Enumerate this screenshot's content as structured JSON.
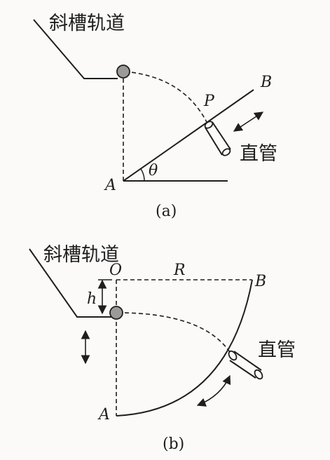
{
  "figure_a": {
    "track_label": "斜槽轨道",
    "label_B": "B",
    "label_P": "P",
    "label_A": "A",
    "angle_label": "θ",
    "tube_label": "直管",
    "caption": "(a)"
  },
  "figure_b": {
    "track_label": "斜槽轨道",
    "label_O": "O",
    "label_R": "R",
    "label_B": "B",
    "label_h": "h",
    "label_A": "A",
    "tube_label": "直管",
    "caption": "(b)"
  },
  "colors": {
    "ink": "#1e1e1e",
    "ball": "#9a9a9a",
    "background": "#fbfaf8"
  }
}
